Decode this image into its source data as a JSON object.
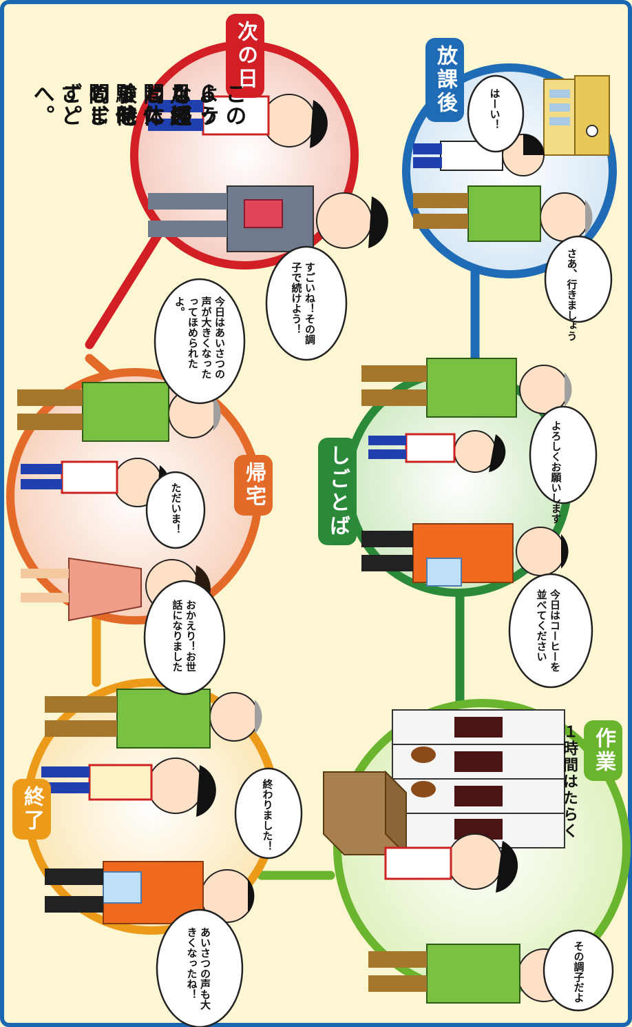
{
  "stages": {
    "houkago": {
      "label": "放課後",
      "color": "#1f6bb5"
    },
    "shigotoba": {
      "label": "しごとば",
      "color": "#2a8a3a"
    },
    "sagyou": {
      "label": "作業",
      "color": "#6ab42e"
    },
    "shuuryou": {
      "label": "終了",
      "color": "#ec9a1a"
    },
    "kitaku": {
      "label": "帰宅",
      "color": "#e46a2a"
    },
    "tsuginohi": {
      "label": "次の日",
      "color": "#d21f26"
    }
  },
  "sagyou_note": "１時間はたらく",
  "bubbles": {
    "houkago_1": "はーい！",
    "houkago_2": "さあ、行きましょう",
    "shigotoba_1": "よろしくお願いします",
    "shigotoba_2": "今日はコーヒーを並べてください",
    "sagyou_1": "その調子だよ",
    "shuuryou_1": "終わりました！",
    "shuuryou_2": "あいさつの声も大きくなったね！",
    "kitaku_1": "ただいま！",
    "kitaku_2": "おかえり！お世話になりました",
    "kitaku_3": "今日はあいさつの声が大きくなったってほめられたよ。",
    "tsuginohi_1": "すごいね！その調子で続けよう！"
  },
  "narration": [
    "このような感じで、",
    "１週間に１時間、",
    "しごと体験をします。",
    "６ヶ月経ったら他のしごとへ。"
  ]
}
